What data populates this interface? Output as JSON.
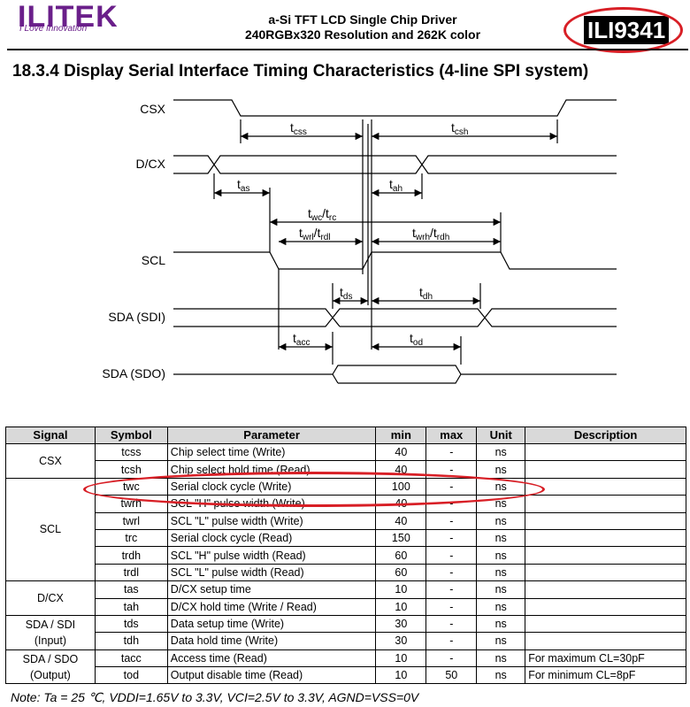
{
  "header": {
    "logo": "ILITEK",
    "tagline": "I Love Innovation",
    "title_line1": "a-Si TFT LCD Single Chip Driver",
    "title_line2": "240RGBx320 Resolution and 262K color",
    "part_number": "ILI9341"
  },
  "section_title": "18.3.4 Display Serial Interface Timing Characteristics (4-line SPI system)",
  "diagram": {
    "signals": {
      "csx": "CSX",
      "dcx": "D/CX",
      "scl": "SCL",
      "sda_sdi": "SDA (SDI)",
      "sda_sdo": "SDA (SDO)"
    },
    "params": {
      "tcss": [
        "t",
        "css"
      ],
      "tcsh": [
        "t",
        "csh"
      ],
      "tas": [
        "t",
        "as"
      ],
      "tah": [
        "t",
        "ah"
      ],
      "twc": [
        "t",
        "wc",
        "/t",
        "rc"
      ],
      "twrl": [
        "t",
        "wrl",
        "/t",
        "rdl"
      ],
      "twrh": [
        "t",
        "wrh",
        "/t",
        "rdh"
      ],
      "tds": [
        "t",
        "ds"
      ],
      "tdh": [
        "t",
        "dh"
      ],
      "tacc": [
        "t",
        "acc"
      ],
      "tod": [
        "t",
        "od"
      ]
    }
  },
  "table": {
    "headers": [
      "Signal",
      "Symbol",
      "Parameter",
      "min",
      "max",
      "Unit",
      "Description"
    ],
    "groups": [
      {
        "signal": "CSX",
        "rows": [
          {
            "symbol": "tcss",
            "parameter": "Chip select time (Write)",
            "min": "40",
            "max": "-",
            "unit": "ns",
            "description": ""
          },
          {
            "symbol": "tcsh",
            "parameter": "Chip select hold time (Read)",
            "min": "40",
            "max": "-",
            "unit": "ns",
            "description": ""
          }
        ]
      },
      {
        "signal": "SCL",
        "rows": [
          {
            "symbol": "twc",
            "parameter": "Serial clock cycle (Write)",
            "min": "100",
            "max": "-",
            "unit": "ns",
            "description": ""
          },
          {
            "symbol": "twrh",
            "parameter": "SCL \"H\" pulse width (Write)",
            "min": "40",
            "max": "-",
            "unit": "ns",
            "description": ""
          },
          {
            "symbol": "twrl",
            "parameter": "SCL \"L\" pulse width (Write)",
            "min": "40",
            "max": "-",
            "unit": "ns",
            "description": ""
          },
          {
            "symbol": "trc",
            "parameter": "Serial clock cycle (Read)",
            "min": "150",
            "max": "-",
            "unit": "ns",
            "description": ""
          },
          {
            "symbol": "trdh",
            "parameter": "SCL \"H\" pulse width (Read)",
            "min": "60",
            "max": "-",
            "unit": "ns",
            "description": ""
          },
          {
            "symbol": "trdl",
            "parameter": "SCL \"L\" pulse width (Read)",
            "min": "60",
            "max": "-",
            "unit": "ns",
            "description": ""
          }
        ]
      },
      {
        "signal": "D/CX",
        "rows": [
          {
            "symbol": "tas",
            "parameter": "D/CX setup time",
            "min": "10",
            "max": "-",
            "unit": "ns",
            "description": ""
          },
          {
            "symbol": "tah",
            "parameter": "D/CX hold time (Write / Read)",
            "min": "10",
            "max": "-",
            "unit": "ns",
            "description": ""
          }
        ]
      },
      {
        "signal": "SDA / SDI (Input)",
        "rows": [
          {
            "symbol": "tds",
            "parameter": "Data setup time (Write)",
            "min": "30",
            "max": "-",
            "unit": "ns",
            "description": ""
          },
          {
            "symbol": "tdh",
            "parameter": "Data hold time (Write)",
            "min": "30",
            "max": "-",
            "unit": "ns",
            "description": ""
          }
        ]
      },
      {
        "signal": "SDA / SDO (Output)",
        "rows": [
          {
            "symbol": "tacc",
            "parameter": "Access time (Read)",
            "min": "10",
            "max": "-",
            "unit": "ns",
            "description": "For maximum CL=30pF"
          },
          {
            "symbol": "tod",
            "parameter": "Output disable time (Read)",
            "min": "10",
            "max": "50",
            "unit": "ns",
            "description": "For minimum CL=8pF"
          }
        ]
      }
    ]
  },
  "note": "Note: Ta = 25 ℃, VDDI=1.65V to 3.3V, VCI=2.5V to 3.3V, AGND=VSS=0V",
  "colors": {
    "brand": "#6a1f8a",
    "highlight": "#d81f26",
    "header_fill": "#d9d9d9"
  }
}
